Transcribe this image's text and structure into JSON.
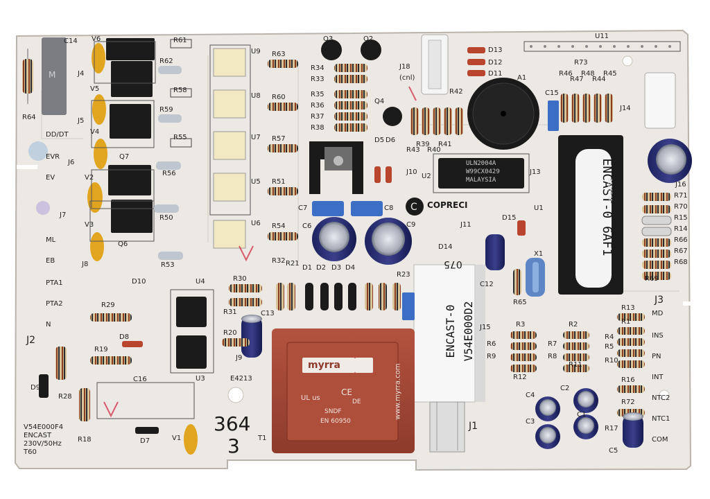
{
  "image": {
    "subject": "printed circuit board",
    "colors": {
      "background": "#ffffff",
      "pcb": "#ece8e3",
      "silkscreen": "#1f1f1f",
      "marker_red": "#d21f3c",
      "transformer": "#a34736",
      "yellow_cap": "#e2a520",
      "blue_cap": "#3c6ec6",
      "electrolytic": "#2a2f6a",
      "ic_black": "#1b1b1b"
    }
  },
  "silkscreen": {
    "board_left": [
      "R64",
      "C14",
      "J4",
      "J5",
      "J6",
      "J7",
      "J8",
      "DD/DT",
      "EVR",
      "EV",
      "ML",
      "EB",
      "PTA1",
      "PTA2",
      "N",
      "J2",
      "D9",
      "R28",
      "R18",
      "V54E000F4",
      "ENCAST",
      "230V/50Hz",
      "T60",
      "V1",
      "D7",
      "C16",
      "D8",
      "R19",
      "R29"
    ],
    "top_row": [
      "V6",
      "R61",
      "R62",
      "V5",
      "R58",
      "R59",
      "V4",
      "R55",
      "R56",
      "V2",
      "V3",
      "R50",
      "R53",
      "D10",
      "Q6",
      "Q7",
      "U9",
      "U8",
      "U7",
      "U5",
      "U6",
      "R63",
      "R60",
      "R57",
      "R51",
      "R54",
      "Q3",
      "Q2",
      "R34",
      "R33",
      "R35",
      "R36",
      "R37",
      "R38",
      "Q4",
      "J18",
      "(cnl)",
      "R42",
      "R43",
      "R39",
      "R40",
      "R41",
      "D13",
      "D12",
      "D11",
      "U11",
      "R73",
      "A1",
      "R46",
      "R47",
      "R48",
      "R44",
      "R45",
      "J14",
      "C15"
    ],
    "middle": [
      "C7",
      "C8",
      "C6",
      "C9",
      "D5",
      "D6",
      "J10",
      "U2",
      "J13",
      "J11",
      "D15",
      "U1",
      "D14",
      "C12",
      "X1",
      "R65",
      "R32",
      "R21",
      "D1",
      "D2",
      "D3",
      "D4",
      "R23",
      "R30",
      "R31",
      "C13",
      "U4",
      "U3",
      "R20",
      "J9",
      "E4213",
      "J15",
      "R3",
      "R2",
      "R6",
      "R7",
      "R9",
      "R8",
      "R12",
      "R11",
      "J3",
      "R13",
      "R1",
      "R4",
      "R5",
      "R10",
      "R16",
      "R72",
      "R17",
      "C1",
      "C2",
      "C3",
      "C4",
      "C5",
      "R71",
      "R70",
      "R15",
      "R14",
      "R66",
      "R67",
      "R68",
      "R69",
      "J16",
      "J1",
      "T1"
    ],
    "connector_labels": [
      "MD",
      "INS",
      "PN",
      "INT",
      "NTC2",
      "NTC1",
      "COM"
    ],
    "handwritten": [
      "364",
      "3",
      "075"
    ]
  },
  "markings": {
    "main_ic": "ENCAST-0 6AF1",
    "main_ic_small": "008824A",
    "driver_ic": [
      "ULN2004A",
      "W99CX0429",
      "MALAYSIA"
    ],
    "eprom_label": [
      "ENCAST-0",
      "V54E000D2"
    ],
    "brand_logo": "COPRECI",
    "transformer": {
      "brand": "myrra",
      "website": "www.myrra.com",
      "standard": "EN 60950",
      "marks": [
        "CE",
        "UL us",
        "SNDF",
        "DE"
      ]
    }
  }
}
